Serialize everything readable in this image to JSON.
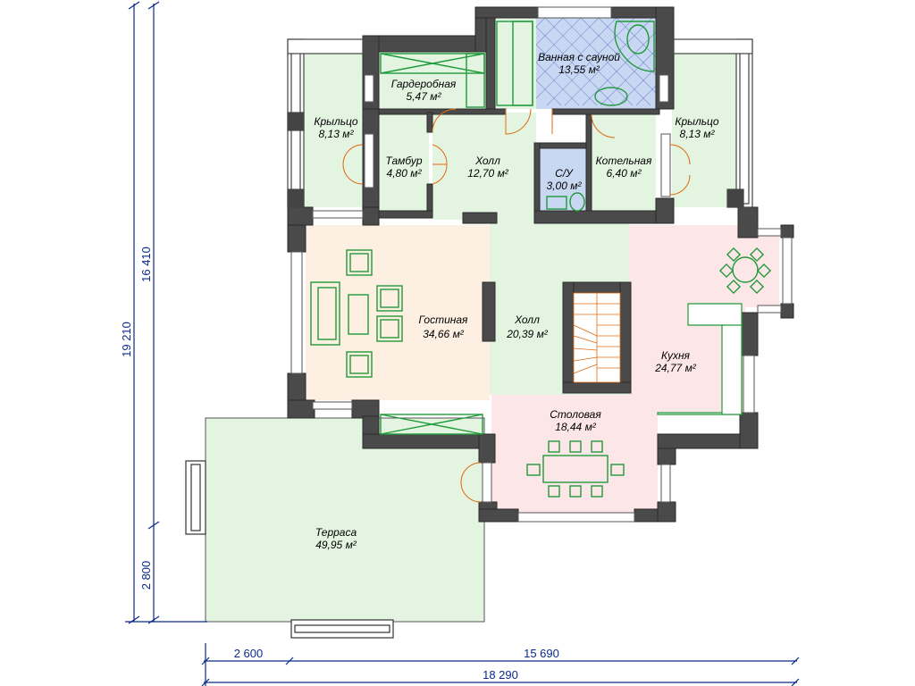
{
  "rooms": {
    "wardrobe": {
      "name": "Гардеробная",
      "area": "5,47 м²"
    },
    "bath_sauna": {
      "name": "Ванная с сауной",
      "area": "13,55 м²"
    },
    "porch_left": {
      "name": "Крыльцо",
      "area": "8,13 м²"
    },
    "porch_right": {
      "name": "Крыльцо",
      "area": "8,13 м²"
    },
    "vestibule": {
      "name": "Тамбур",
      "area": "4,80 м²"
    },
    "hall_top": {
      "name": "Холл",
      "area": "12,70 м²"
    },
    "wc": {
      "name": "С/У",
      "area": "3,00 м²"
    },
    "boiler": {
      "name": "Котельная",
      "area": "6,40 м²"
    },
    "living": {
      "name": "Гостиная",
      "area": "34,66 м²"
    },
    "hall_center": {
      "name": "Холл",
      "area": "20,39 м²"
    },
    "kitchen": {
      "name": "Кухня",
      "area": "24,77 м²"
    },
    "dining": {
      "name": "Столовая",
      "area": "18,44 м²"
    },
    "terrace": {
      "name": "Терраса",
      "area": "49,95 м²"
    }
  },
  "dimensions": {
    "total_height": "19 210",
    "house_height": "16 410",
    "terrace_depth": "2 800",
    "terrace_width": "2 600",
    "house_width": "15 690",
    "total_width": "18 290"
  },
  "colors": {
    "wall": "#4a4a4a",
    "green_rooms": "#e3f5e1",
    "living": "#fdefe2",
    "kitchen_dining": "#fde6e8",
    "bath_tile": "#c9d8f2",
    "furniture": "#1f9a3a",
    "doors": "#e06a10",
    "dimension": "#0a2a8a"
  }
}
